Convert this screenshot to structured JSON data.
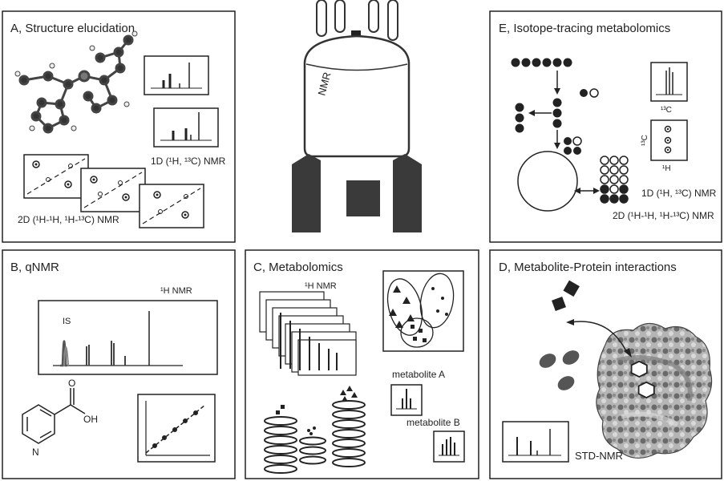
{
  "panels": {
    "a": {
      "title": "A, Structure elucidation",
      "nmr_1d_label": "1D (¹H, ¹³C) NMR",
      "nmr_2d_label": "2D (¹H-¹H, ¹H-¹³C) NMR"
    },
    "b": {
      "title": "B, qNMR",
      "spectrum_label": "¹H NMR",
      "is_label": "IS",
      "oh_label": "OH"
    },
    "c": {
      "title": "C, Metabolomics",
      "spectrum_label": "¹H NMR",
      "metabolite_a": "metabolite A",
      "metabolite_b": "metabolite B"
    },
    "d": {
      "title": "D, Metabolite-Protein interactions",
      "std_label": "STD-NMR"
    },
    "e": {
      "title": "E, Isotope-tracing metabolomics",
      "c13_label": "¹³C",
      "h1_label": "¹H",
      "c13_axis_label": "¹³C",
      "nmr_1d_label": "1D (¹H, ¹³C) NMR",
      "nmr_2d_label": "2D (¹H-¹H, ¹H-¹³C) NMR"
    },
    "center": {
      "magnet_label": "NMR"
    }
  },
  "colors": {
    "dark": "#222222",
    "magnet_gray": "#3a3a3a",
    "protein_light": "#bdbdbd",
    "protein_dark": "#555555"
  }
}
